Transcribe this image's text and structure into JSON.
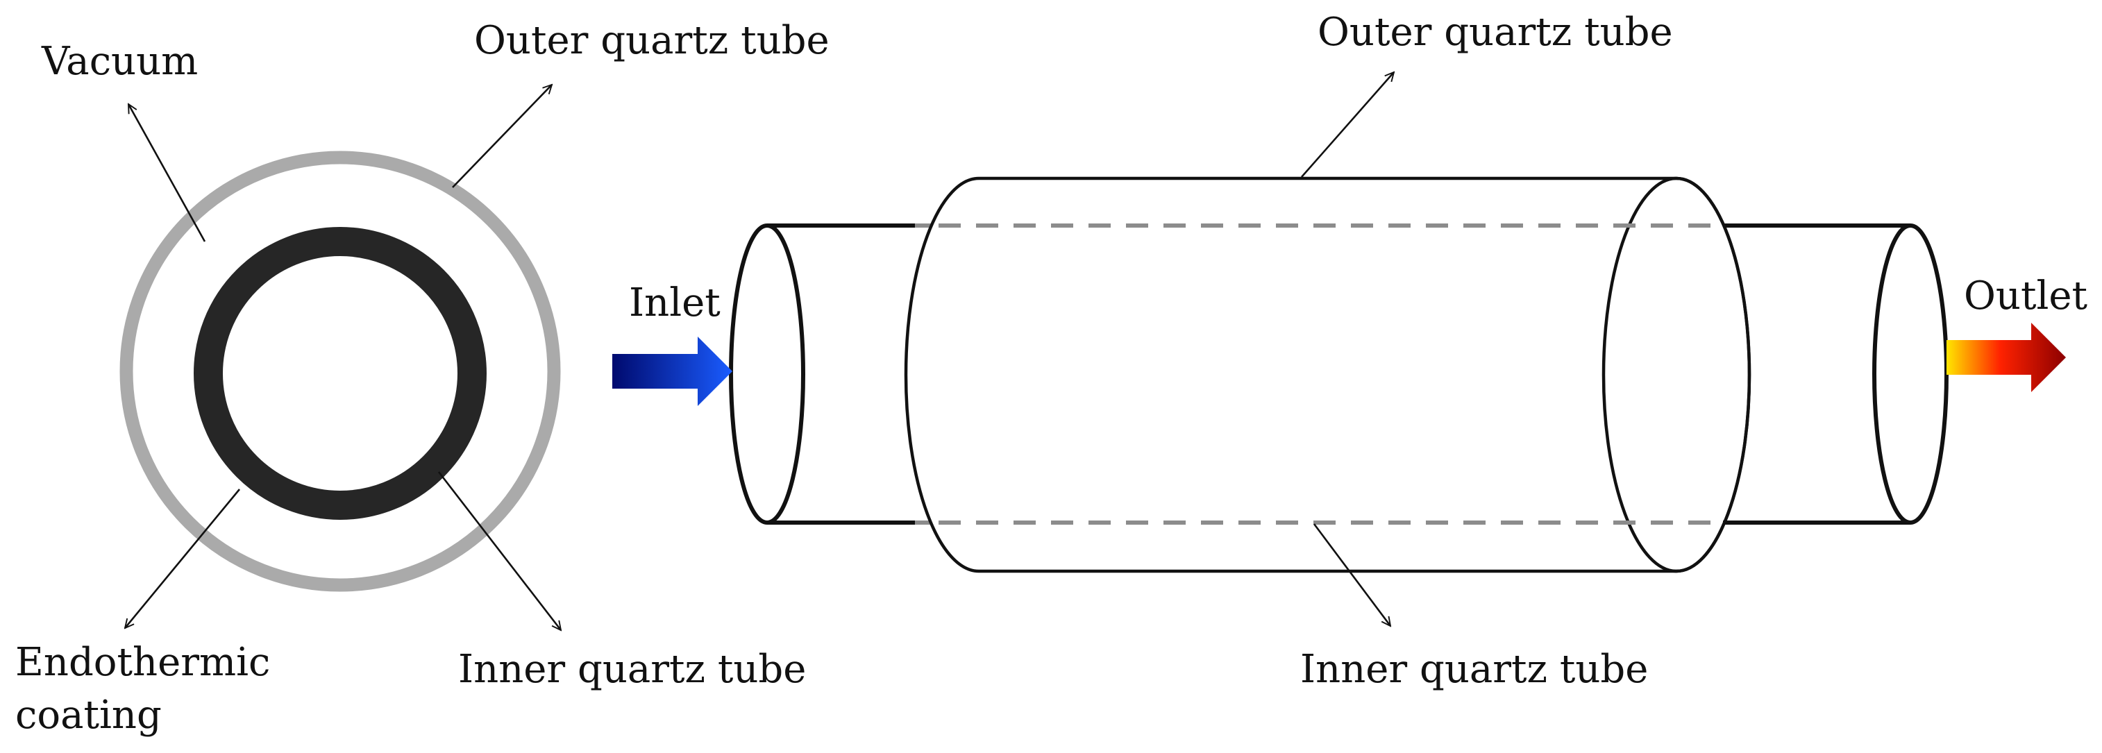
{
  "cross_section": {
    "vacuum_label": "Vacuum",
    "outer_tube_label": "Outer quartz tube",
    "coating_label_line1": "Endothermic",
    "coating_label_line2": "coating",
    "inner_tube_label": "Inner quartz tube"
  },
  "side_view": {
    "outer_tube_label": "Outer quartz tube",
    "inner_tube_label": "Inner quartz tube",
    "inlet_label": "Inlet",
    "outlet_label": "Outlet"
  },
  "colors": {
    "outer_ring": "#aaaaaa",
    "inner_ring": "#262626",
    "dashed_line": "#8c8c8c",
    "inlet_arrow_start": "#000a6e",
    "inlet_arrow_end": "#1a5cff",
    "outlet_arrow_start": "#ffe600",
    "outlet_arrow_mid": "#ff2200",
    "outlet_arrow_end": "#8c0000"
  }
}
